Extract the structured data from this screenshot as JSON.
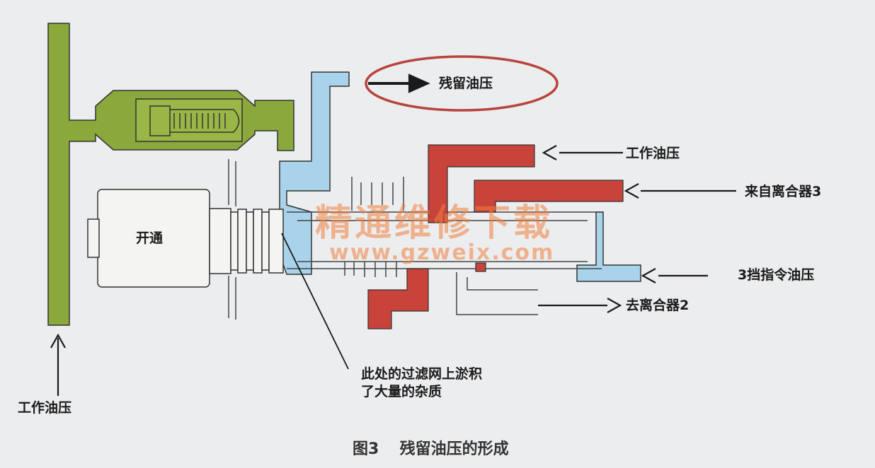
{
  "colors": {
    "working_pressure_green": "#8aa83c",
    "residual_blue": "#a9d3ea",
    "clutch_red": "#c8433a",
    "highlight_ellipse": "#b8443c",
    "watermark": "#f08040"
  },
  "labels": {
    "residual_pressure": "残留油压",
    "working_pressure_right": "工作油压",
    "from_clutch3": "来自离合器3",
    "gear3_command_pressure": "3挡指令油压",
    "to_clutch2": "去离合器2",
    "solenoid_open": "开通",
    "filter_note_line1": "此处的过滤网上淤积",
    "filter_note_line2": "了大量的杂质",
    "working_pressure_left": "工作油压"
  },
  "watermark": {
    "line1": "精通维修下载",
    "line2": "www.gzweix.com"
  },
  "caption": {
    "number": "图3",
    "title": "残留油压的形成"
  }
}
